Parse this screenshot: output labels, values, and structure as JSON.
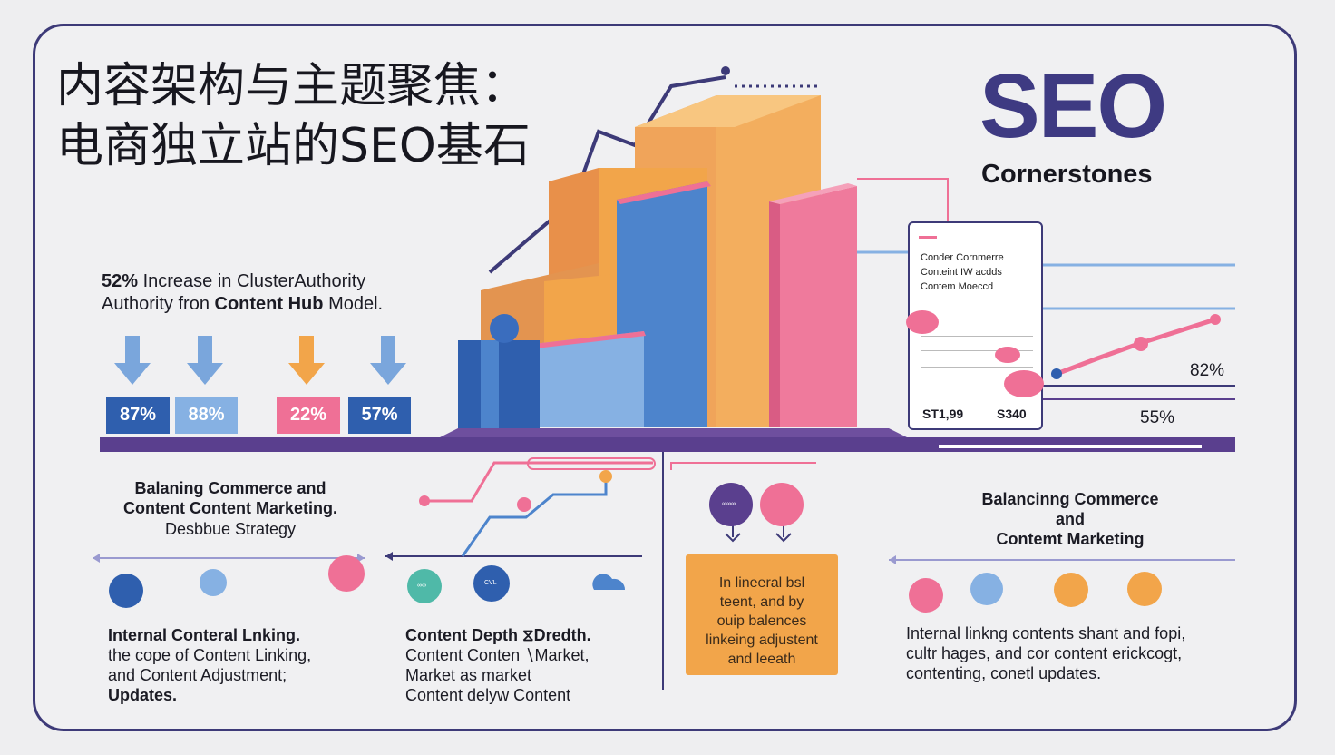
{
  "header": {
    "title_line1": "内容架构与主题聚焦：",
    "title_line2": "电商独立站的SEO基石",
    "brand": "SEO",
    "brand_sub": "Cornerstones"
  },
  "stat": {
    "percent": "52%",
    "line1_rest": "Increase in ClusterAuthority",
    "line2_pre": "Authority fron",
    "line2_bold": "Content Hub",
    "line2_post": "Model."
  },
  "percent_boxes": [
    {
      "label": "87%",
      "color": "#2f5fae",
      "arrow": "#7aa6dc"
    },
    {
      "label": "88%",
      "color": "#86b1e3",
      "arrow": "#7aa6dc"
    },
    {
      "label": "22%",
      "color": "#ef7096",
      "arrow": "#f2a54a"
    },
    {
      "label": "57%",
      "color": "#2f5fae",
      "arrow": "#7aa6dc"
    }
  ],
  "card": {
    "lines": [
      "Conder Cornmerre",
      "Conteint IW acdds",
      "Contem Moeccd"
    ],
    "price1": "ST1,99",
    "price2": "S340"
  },
  "right_chart": {
    "label_top": "82%",
    "label_bottom": "55%"
  },
  "col1": {
    "title1": "Balaning Commerce and",
    "title2": "Content Content Marketing.",
    "subtitle": "Desbbue Strategy",
    "text_bold": "Internal Conteral Lnking.",
    "text2": "the cope of Content Linking,",
    "text3": "and Content Adjustment;",
    "text4_bold": "Updates."
  },
  "col2": {
    "dot_labels": [
      "∞∞",
      "CVL"
    ],
    "text_bold": "Content Depth ⧖Dredth.",
    "text2": "Content Conten ∖Market,",
    "text3": "Market as market",
    "text4": "Content delyw Content"
  },
  "col3": {
    "dot_labels": [
      "∞∞∞",
      ""
    ],
    "box_lines": [
      "In lineeral bsl",
      "teent, and by",
      "ouip balences",
      "linkeing adjustent",
      "and leeath"
    ]
  },
  "col4": {
    "title1": "Balancinng Commerce",
    "title2": "and",
    "title3": "Contemt Marketing",
    "text1": "Internal linkng contents shant and  fopi,",
    "text2": "cultr hages, and cor content erickcogt,",
    "text3": "contenting, conetl updates."
  },
  "colors": {
    "frame": "#3d3a78",
    "blue_dark": "#2f5fae",
    "blue_light": "#86b1e3",
    "orange": "#f2a54a",
    "pink": "#ef7096",
    "purple": "#5a3f8e"
  }
}
